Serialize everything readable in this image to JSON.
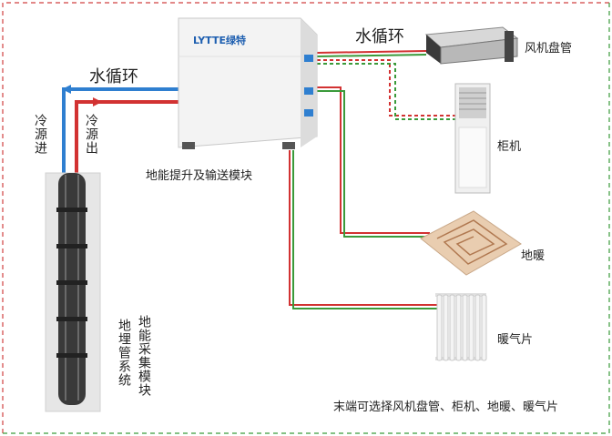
{
  "labels": {
    "water_loop_top": "水循环",
    "water_loop_left": "水循环",
    "cold_in": "冷源进",
    "cold_out": "冷源出",
    "module_ground_lift": "地能提升及输送模块",
    "module_ground_collect": "地能采集模块",
    "buried_pipe": "地埋管系统",
    "fan_coil": "风机盘管",
    "cabinet": "柜机",
    "floor_heating": "地暖",
    "radiator": "暖气片",
    "footnote": "末端可选择风机盘管、柜机、地暖、暖气片"
  },
  "brand": "LYTTE绿特",
  "colors": {
    "supply_red": "#d23232",
    "return_green": "#3a9a3a",
    "return_blue": "#2f7fd0",
    "border_red": "#d04040",
    "border_green": "#3a9a3a"
  }
}
